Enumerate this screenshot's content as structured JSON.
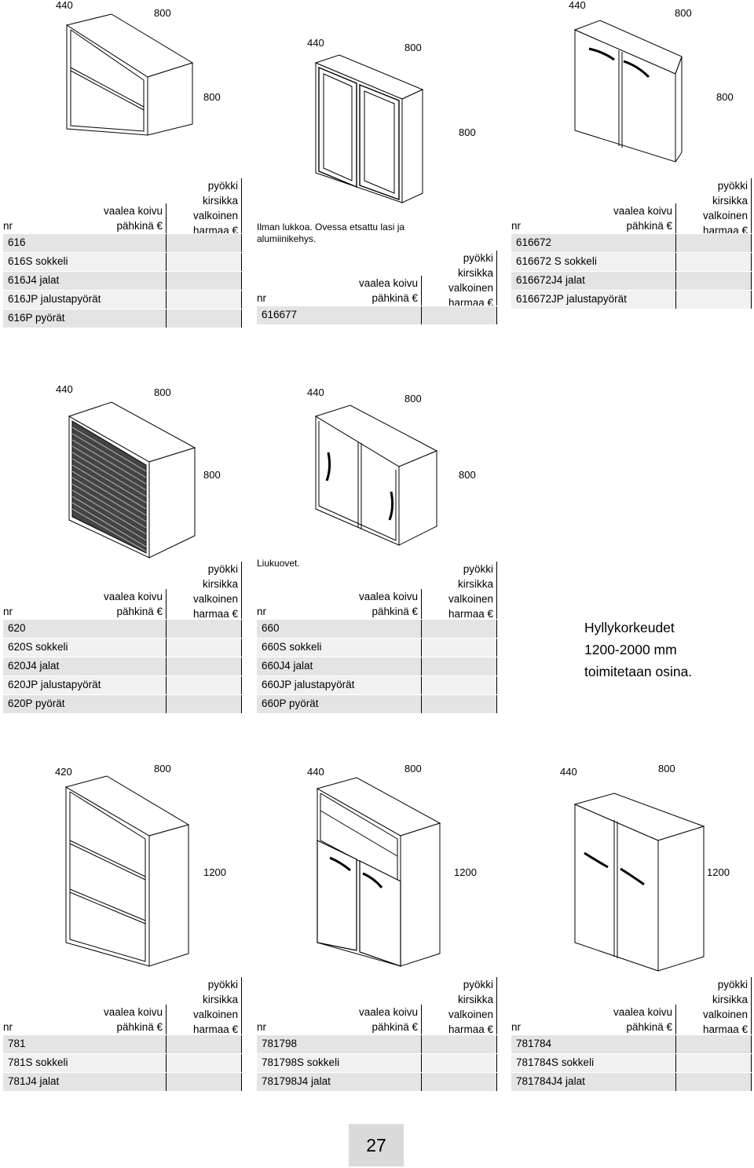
{
  "dims": {
    "c1": {
      "depth": "440",
      "width": "800",
      "height": "800"
    },
    "c2": {
      "depth": "440",
      "width": "800",
      "height": "800"
    },
    "c3": {
      "depth": "440",
      "width": "800",
      "height": "800"
    },
    "c4": {
      "depth": "440",
      "width": "800",
      "height": "800"
    },
    "c5": {
      "depth": "440",
      "width": "800",
      "height": "800"
    },
    "c6": {
      "depth": "420",
      "width": "800",
      "height": "1200"
    },
    "c7": {
      "depth": "440",
      "width": "800",
      "height": "1200"
    },
    "c8": {
      "depth": "440",
      "width": "800",
      "height": "1200"
    }
  },
  "header": {
    "col_nr": "nr",
    "col2_line1": "vaalea koivu",
    "col2_line2": "pähkinä €",
    "col3_line1": "pyökki",
    "col3_line2": "kirsikka",
    "col3_line3": "valkoinen",
    "col3_line4": "harmaa €"
  },
  "notes": {
    "glass": "Ilman lukkoa. Ovessa etsattu lasi ja alumiinikehys.",
    "sliding": "Liukuovet."
  },
  "tables": {
    "t616": [
      "616",
      "616S sokkeli",
      "616J4 jalat",
      "616JP jalustapyörät",
      "616P pyörät"
    ],
    "t616677": [
      "616677"
    ],
    "t616672": [
      "616672",
      "616672 S sokkeli",
      "616672J4 jalat",
      "616672JP jalustapyörät"
    ],
    "t620": [
      "620",
      "620S sokkeli",
      "620J4 jalat",
      "620JP jalustapyörät",
      "620P pyörät"
    ],
    "t660": [
      "660",
      "660S sokkeli",
      "660J4 jalat",
      "660JP jalustapyörät",
      "660P pyörät"
    ],
    "t781": [
      "781",
      "781S sokkeli",
      "781J4 jalat"
    ],
    "t781798": [
      "781798",
      "781798S sokkeli",
      "781798J4 jalat"
    ],
    "t781784": [
      "781784",
      "781784S sokkeli",
      "781784J4 jalat"
    ]
  },
  "info": {
    "line1": "Hyllykorkeudet",
    "line2": "1200-2000 mm",
    "line3": "toimitetaan osina."
  },
  "page_number": "27"
}
